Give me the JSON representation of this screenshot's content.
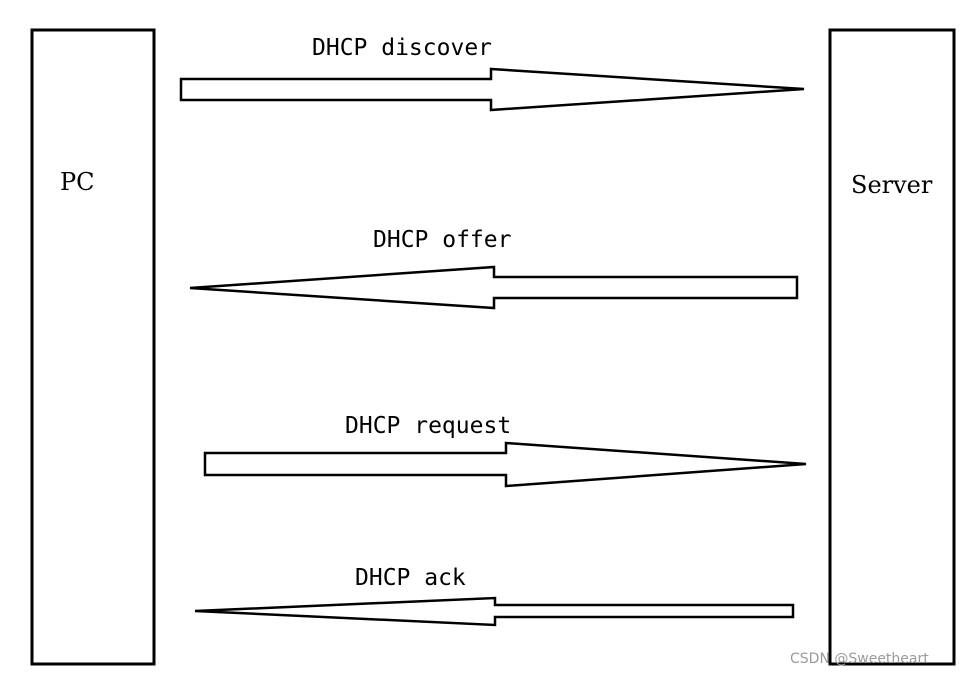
{
  "nodes": {
    "left": "PC",
    "right": "Server"
  },
  "messages": [
    {
      "label": "DHCP discover",
      "direction": "right"
    },
    {
      "label": "DHCP offer",
      "direction": "left"
    },
    {
      "label": "DHCP request",
      "direction": "right"
    },
    {
      "label": "DHCP ack",
      "direction": "left"
    }
  ],
  "watermark": "CSDN @Sweetheart"
}
